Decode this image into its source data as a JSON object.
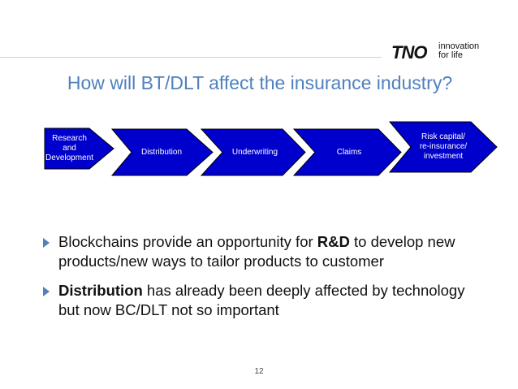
{
  "logo": {
    "mark": "TNO",
    "tagline_line1": "innovation",
    "tagline_line2": "for life"
  },
  "title": "How will BT/DLT affect the insurance industry?",
  "value_chain": {
    "fill_color": "#0000cc",
    "steps": [
      {
        "lines": [
          "Research and",
          "Development"
        ]
      },
      {
        "lines": [
          "Distribution"
        ]
      },
      {
        "lines": [
          "Underwriting"
        ]
      },
      {
        "lines": [
          "Claims"
        ]
      },
      {
        "lines": [
          "Risk capital/",
          "re-insurance/",
          "investment"
        ]
      }
    ]
  },
  "bullets": [
    {
      "before": "Blockchains provide an opportunity for ",
      "bold": "R&D",
      "after": " to develop new products/new ways to tailor products to customer"
    },
    {
      "before": "",
      "bold": "Distribution",
      "after": " has already been deeply affected by technology but now BC/DLT not so important"
    }
  ],
  "accent_color": "#4f81bd",
  "page_number": "12"
}
